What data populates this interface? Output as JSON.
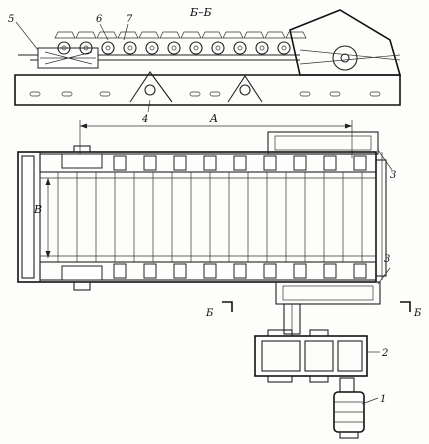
{
  "section_title": "Б–Б",
  "dimensions": {
    "length": "A",
    "width": "B"
  },
  "section_marks": {
    "left": "Б",
    "right": "Б"
  },
  "callouts": [
    "1",
    "2",
    "3",
    "3",
    "4",
    "5",
    "6",
    "7"
  ]
}
